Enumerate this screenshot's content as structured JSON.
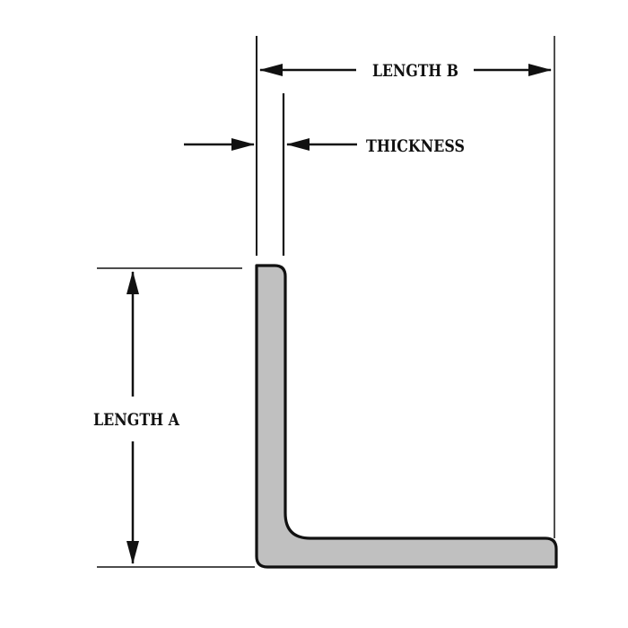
{
  "labels": {
    "length_b": "LENGTH B",
    "thickness": "THICKNESS",
    "length_a": "LENGTH A"
  },
  "colors": {
    "profile_fill": "#c0c0c0",
    "stroke": "#111111"
  }
}
